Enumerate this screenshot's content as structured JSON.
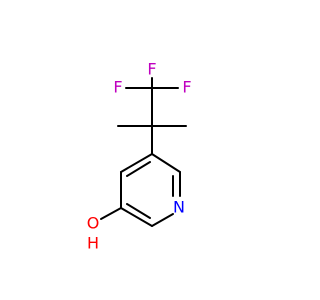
{
  "molecule": {
    "atoms": {
      "f_top": "F",
      "f_left": "F",
      "f_right": "F",
      "n": "N",
      "o": "O",
      "h": "H"
    },
    "colors": {
      "fluorine": "#bf00bf",
      "nitrogen": "#0000ff",
      "oxygen": "#ff0000",
      "bond": "#000000",
      "background": "#ffffff"
    }
  }
}
